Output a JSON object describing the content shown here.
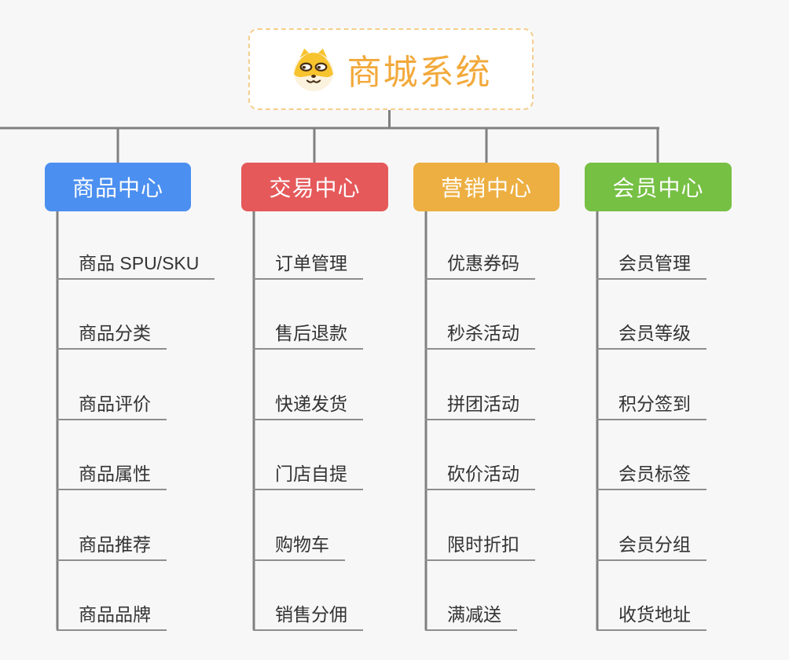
{
  "root": {
    "title": "商城系统",
    "icon": "shiba-dog-icon"
  },
  "branches": [
    {
      "id": "product-center",
      "label": "商品中心",
      "color": "#4b8ff0",
      "items": [
        "商品 SPU/SKU",
        "商品分类",
        "商品评价",
        "商品属性",
        "商品推荐",
        "商品品牌"
      ]
    },
    {
      "id": "trade-center",
      "label": "交易中心",
      "color": "#e5595b",
      "items": [
        "订单管理",
        "售后退款",
        "快递发货",
        "门店自提",
        "购物车",
        "销售分佣"
      ]
    },
    {
      "id": "marketing-center",
      "label": "营销中心",
      "color": "#edaf41",
      "items": [
        "优惠券码",
        "秒杀活动",
        "拼团活动",
        "砍价活动",
        "限时折扣",
        "满减送"
      ]
    },
    {
      "id": "member-center",
      "label": "会员中心",
      "color": "#76c044",
      "items": [
        "会员管理",
        "会员等级",
        "积分签到",
        "会员标签",
        "会员分组",
        "收货地址"
      ]
    }
  ],
  "palette": {
    "background": "#f7f7f7",
    "connector_line": "#808080",
    "leaf_underline": "#8e8e8e",
    "leaf_text": "#333333",
    "root_text": "#f2a93b",
    "root_border": "#f5cd8e",
    "root_background": "#ffffff",
    "header_text": "#ffffff"
  }
}
